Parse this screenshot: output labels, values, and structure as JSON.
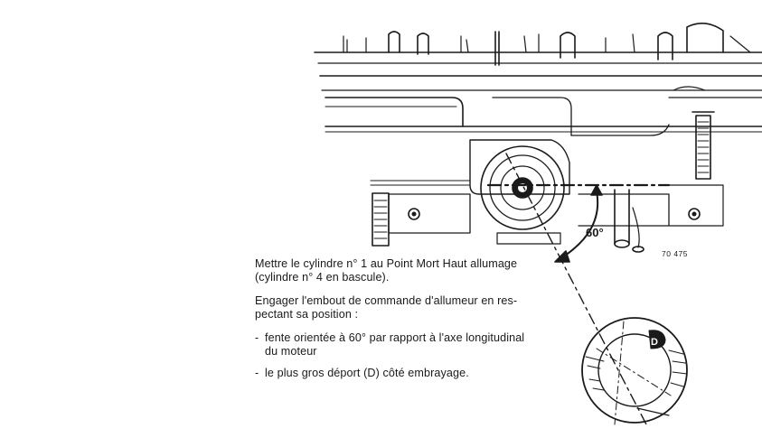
{
  "figure": {
    "angle_label": "60°",
    "reference_number": "70 475",
    "offset_marker": "D"
  },
  "instructions": {
    "paragraph1": [
      "Mettre le cylindre n° 1 au Point Mort Haut allumage",
      "(cylindre n° 4 en bascule)."
    ],
    "paragraph2": [
      "Engager l'embout de commande d'allumeur en res-",
      "pectant sa position :"
    ],
    "bullet_marker": "-",
    "bullets": [
      [
        "fente orientée à 60° par rapport à l'axe longitudinal",
        "du moteur"
      ],
      [
        "le plus gros déport (D) côté embrayage."
      ]
    ]
  }
}
